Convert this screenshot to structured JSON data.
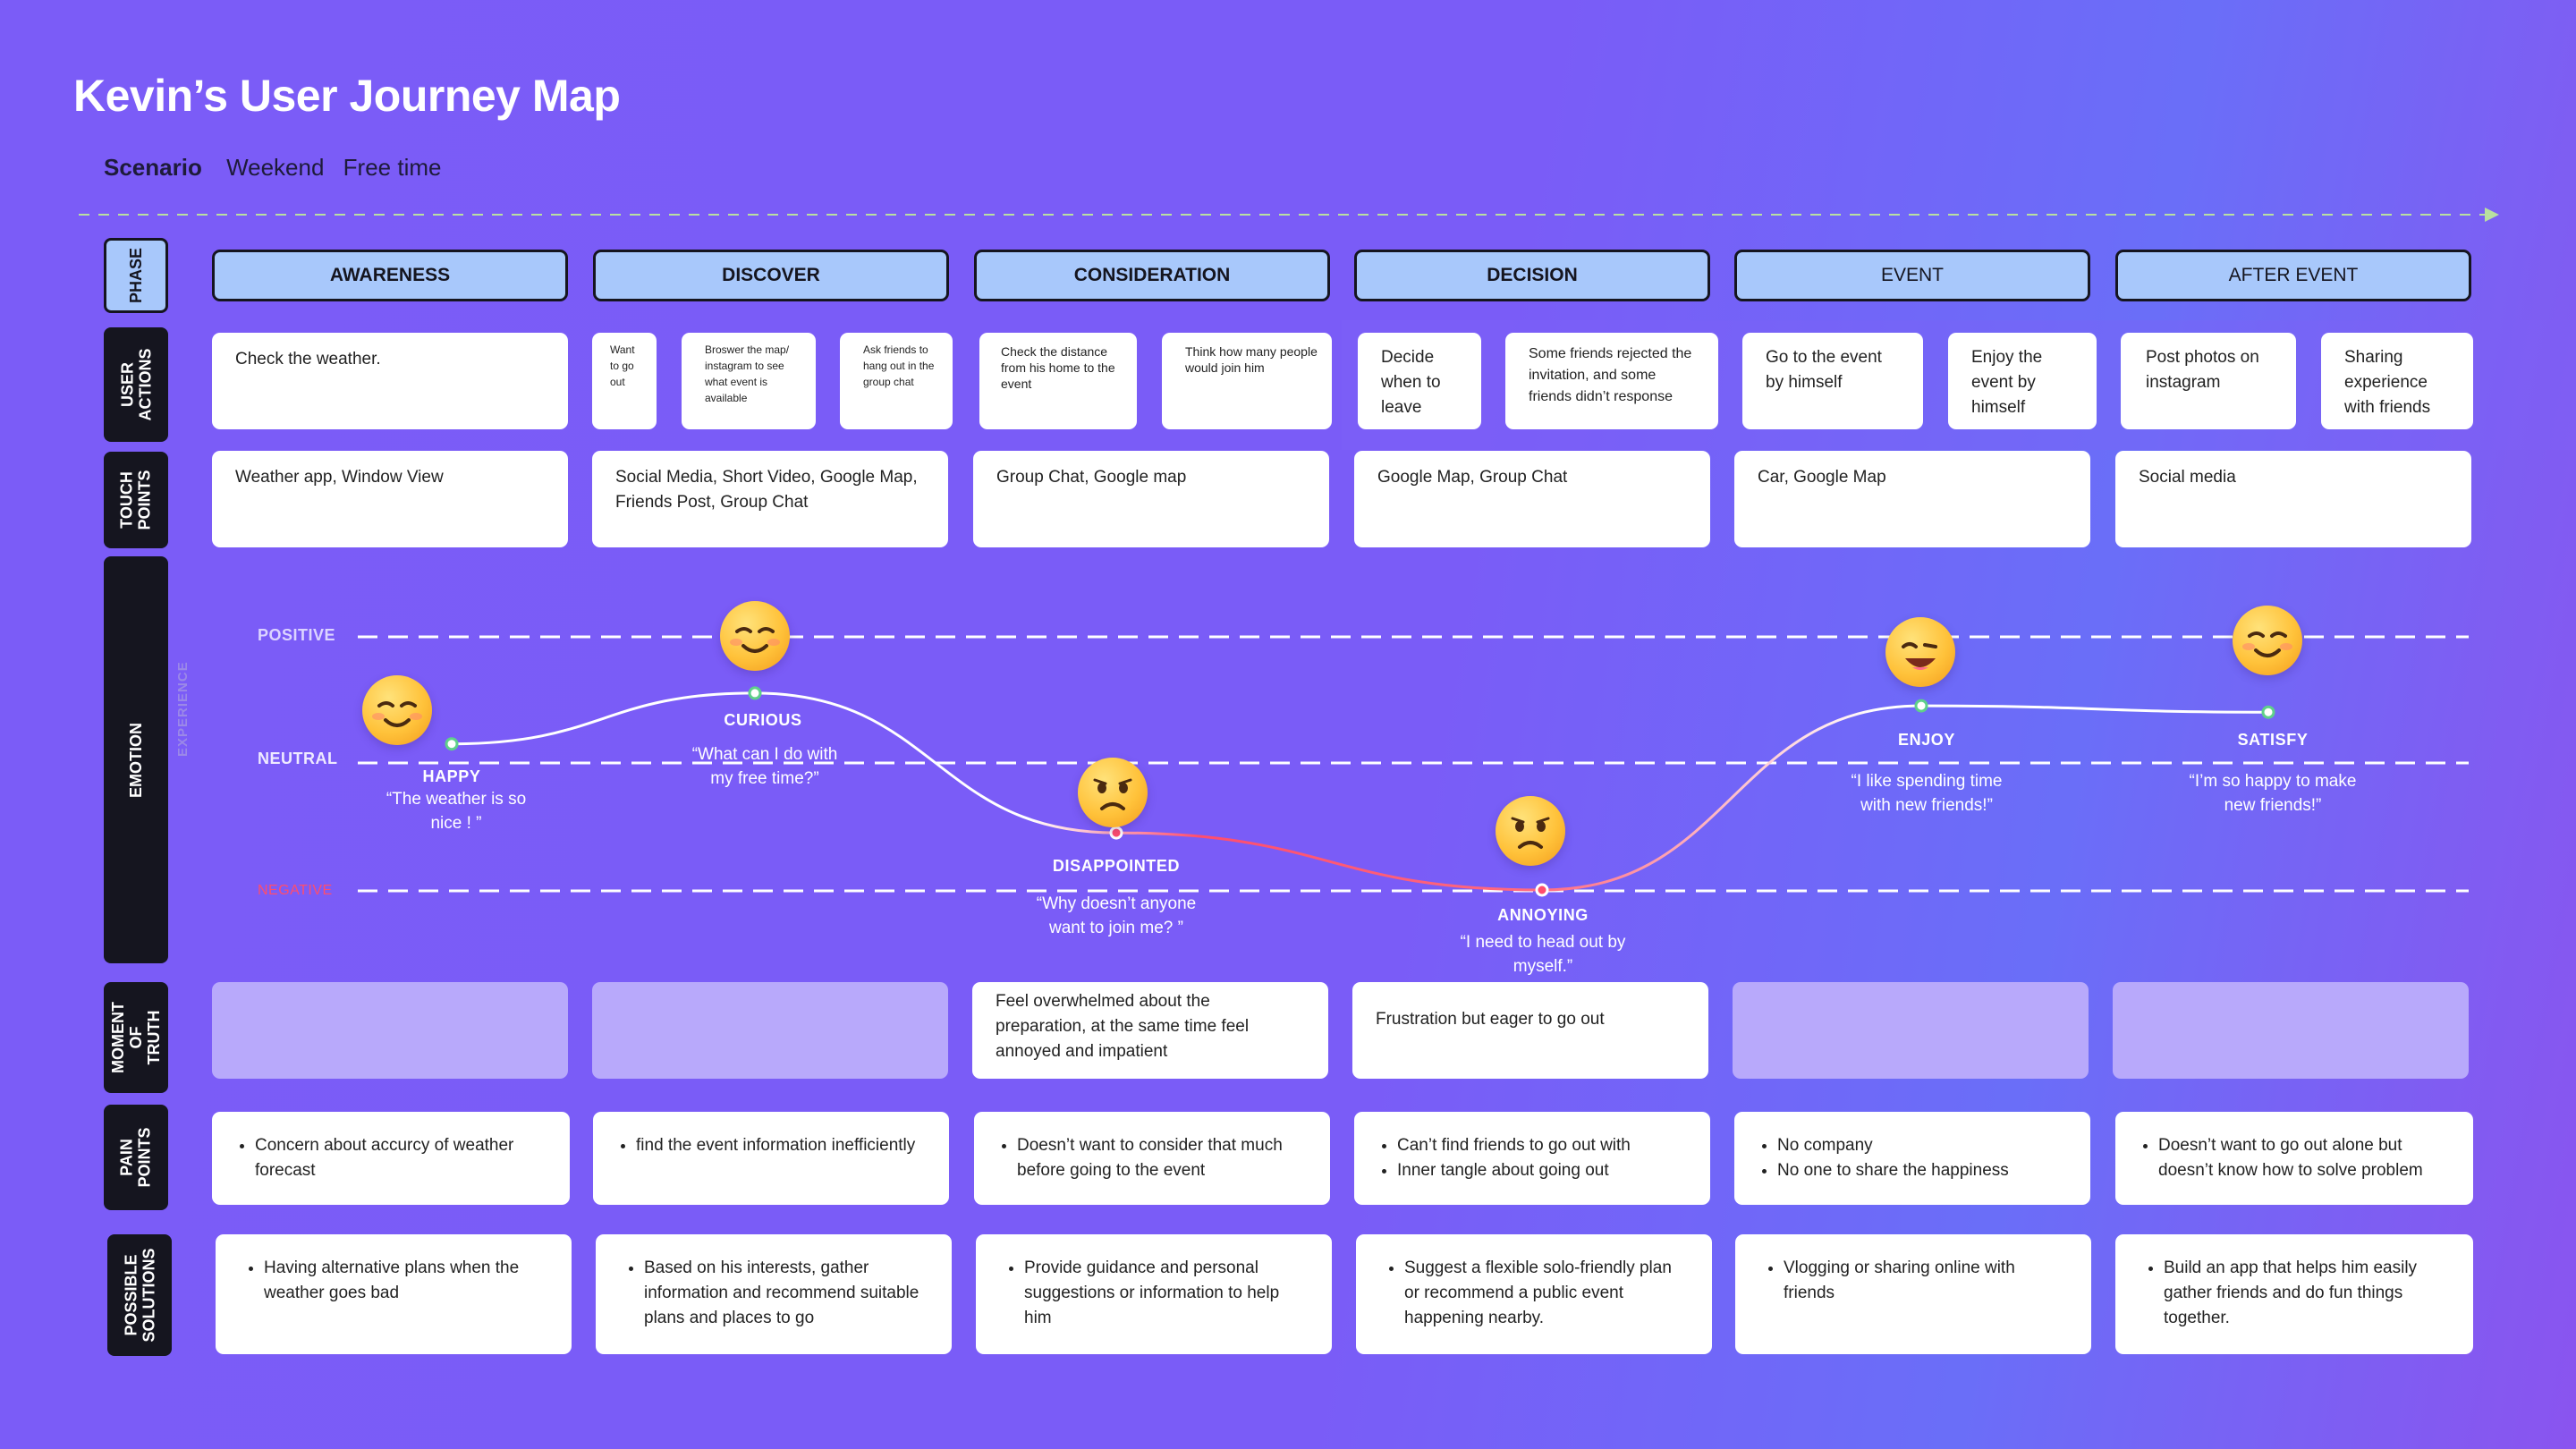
{
  "title": "Kevin’s User Journey Map",
  "scenario": {
    "label": "Scenario",
    "tags": [
      "Weekend",
      "Free time"
    ]
  },
  "row_labels": {
    "phase": "PHASE",
    "user_actions": [
      "USER",
      "ACTIONS"
    ],
    "touch_points": [
      "TOUCH",
      "POINTS"
    ],
    "emotion": "EMOTION",
    "moment": [
      "MOMENT",
      "OF",
      "TRUTH"
    ],
    "pain": [
      "PAIN",
      "POINTS"
    ],
    "solutions": [
      "POSSIBLE",
      "SOLUTIONS"
    ]
  },
  "phases": [
    "AWARENESS",
    "DISCOVER",
    "CONSIDERATION",
    "DECISION",
    "EVENT",
    "AFTER EVENT"
  ],
  "user_actions": {
    "awareness": [
      "Check the weather."
    ],
    "discover": [
      "Want to go out",
      "Broswer the map/ instagram to see what event is available",
      "Ask friends to hang out in the group chat"
    ],
    "consideration": [
      "Check the distance from his home to the event",
      "Think how many people would join him"
    ],
    "decision": [
      "Decide when to leave",
      "Some friends rejected the invitation, and some friends didn’t response"
    ],
    "event": [
      "Go to the event by himself",
      "Enjoy the event by himself"
    ],
    "after_event": [
      "Post photos on instagram",
      "Sharing experience with friends"
    ]
  },
  "touch_points": [
    "Weather app, Window View",
    "Social Media, Short Video, Google Map, Friends Post, Group Chat",
    "Group Chat, Google map",
    "Google Map, Group Chat",
    "Car, Google Map",
    "Social media"
  ],
  "emotion": {
    "levels": {
      "positive": "POSITIVE",
      "neutral": "NEUTRAL",
      "negative": "NEGATIVE"
    },
    "axis_label": "EXPERIENCE",
    "colors": {
      "positive": "#dcd4ff",
      "neutral": "#efeaff",
      "negative": "#ff4d6d",
      "line": "#ffffff"
    },
    "points": [
      {
        "name": "HAPPY",
        "quote": "“The weather is so nice ! ”",
        "level": 0.15,
        "face": "relieved-face-icon"
      },
      {
        "name": "CURIOUS",
        "quote": "“What can I do with my free time?”",
        "level": 0.55,
        "face": "smiling-face-icon"
      },
      {
        "name": "DISAPPOINTED",
        "quote": "“Why doesn’t anyone want to join me? ”",
        "level": -0.55,
        "face": "worried-face-icon"
      },
      {
        "name": "ANNOYING",
        "quote": "“I need to head out by myself.”",
        "level": -1.0,
        "face": "frowning-face-icon"
      },
      {
        "name": "ENJOY",
        "quote": "“I like spending time with new friends!”",
        "level": 0.45,
        "face": "winking-face-icon"
      },
      {
        "name": "SATISFY",
        "quote": "“I’m so happy to make new friends!”",
        "level": 0.4,
        "face": "content-face-icon"
      }
    ]
  },
  "moment_of_truth": [
    "",
    "",
    "Feel overwhelmed about the preparation, at the same time feel annoyed and impatient",
    "Frustration but eager to go out",
    "",
    ""
  ],
  "pain_points": [
    [
      "Concern about accurcy of weather forecast"
    ],
    [
      "find the event information inefficiently"
    ],
    [
      "Doesn’t want to consider that much before going to the event"
    ],
    [
      "Can’t find friends to go out with",
      "Inner tangle about going out"
    ],
    [
      "No company",
      "No one to share the happiness"
    ],
    [
      "Doesn’t want to go out alone but doesn’t know how to solve problem"
    ]
  ],
  "solutions": [
    [
      "Having alternative plans when the weather goes bad"
    ],
    [
      "Based on his interests, gather information and recommend suitable plans and places to go"
    ],
    [
      "Provide guidance and personal suggestions or information to help him"
    ],
    [
      "Suggest a flexible solo-friendly plan or recommend a public event happening nearby."
    ],
    [
      "Vlogging or sharing online with friends"
    ],
    [
      "Build an app that helps him easily gather friends and do fun things together."
    ]
  ]
}
